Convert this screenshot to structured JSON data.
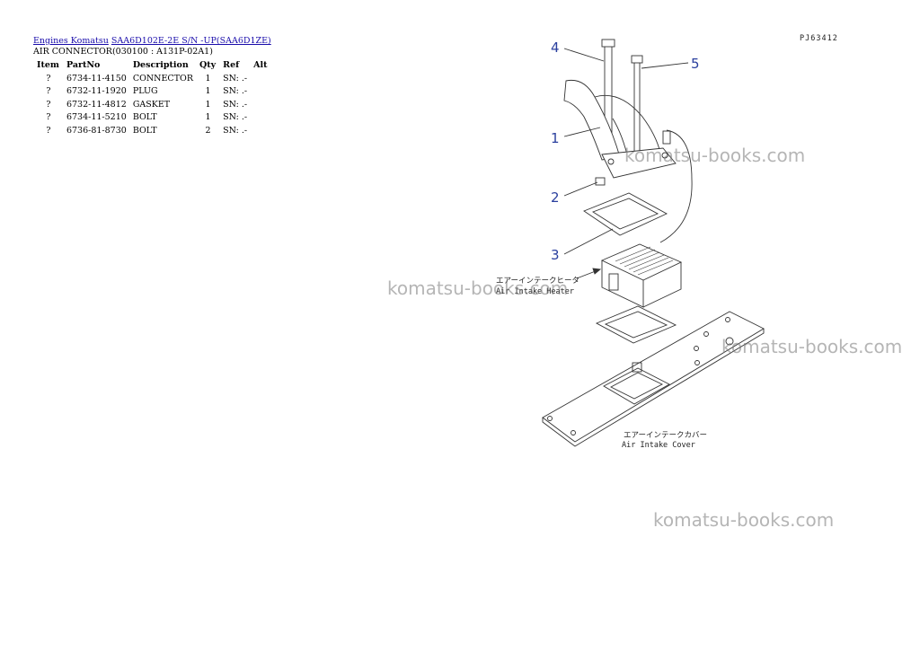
{
  "breadcrumb": {
    "link1": "Engines Komatsu",
    "link2": "SAA6D102E-2E S/N -UP(SAA6D1ZE)"
  },
  "subtitle": "AIR CONNECTOR(030100 : A131P-02A1)",
  "table": {
    "headers": [
      "Item",
      "PartNo",
      "Description",
      "Qty",
      "Ref",
      "Alt"
    ],
    "rows": [
      {
        "item": "?",
        "partno": "6734-11-4150",
        "desc": "CONNECTOR",
        "qty": "1",
        "ref": "SN: .-"
      },
      {
        "item": "?",
        "partno": "6732-11-1920",
        "desc": "PLUG",
        "qty": "1",
        "ref": "SN: .-"
      },
      {
        "item": "?",
        "partno": "6732-11-4812",
        "desc": "GASKET",
        "qty": "1",
        "ref": "SN: .-"
      },
      {
        "item": "?",
        "partno": "6734-11-5210",
        "desc": "BOLT",
        "qty": "1",
        "ref": "SN: .-"
      },
      {
        "item": "?",
        "partno": "6736-81-8730",
        "desc": "BOLT",
        "qty": "2",
        "ref": "SN: .-"
      }
    ]
  },
  "diagram": {
    "code": "PJ63412",
    "callouts": [
      "1",
      "2",
      "3",
      "4",
      "5"
    ],
    "heater_jp": "エアーインテークヒータ",
    "heater_en": "Air Intake Heater",
    "cover_jp": "エアーインテークカバー",
    "cover_en": "Air Intake Cover"
  },
  "watermark": "komatsu-books.com",
  "colors": {
    "link": "#1a0dab",
    "callout": "#2a3f9e",
    "watermark": "#8c8c8c"
  }
}
